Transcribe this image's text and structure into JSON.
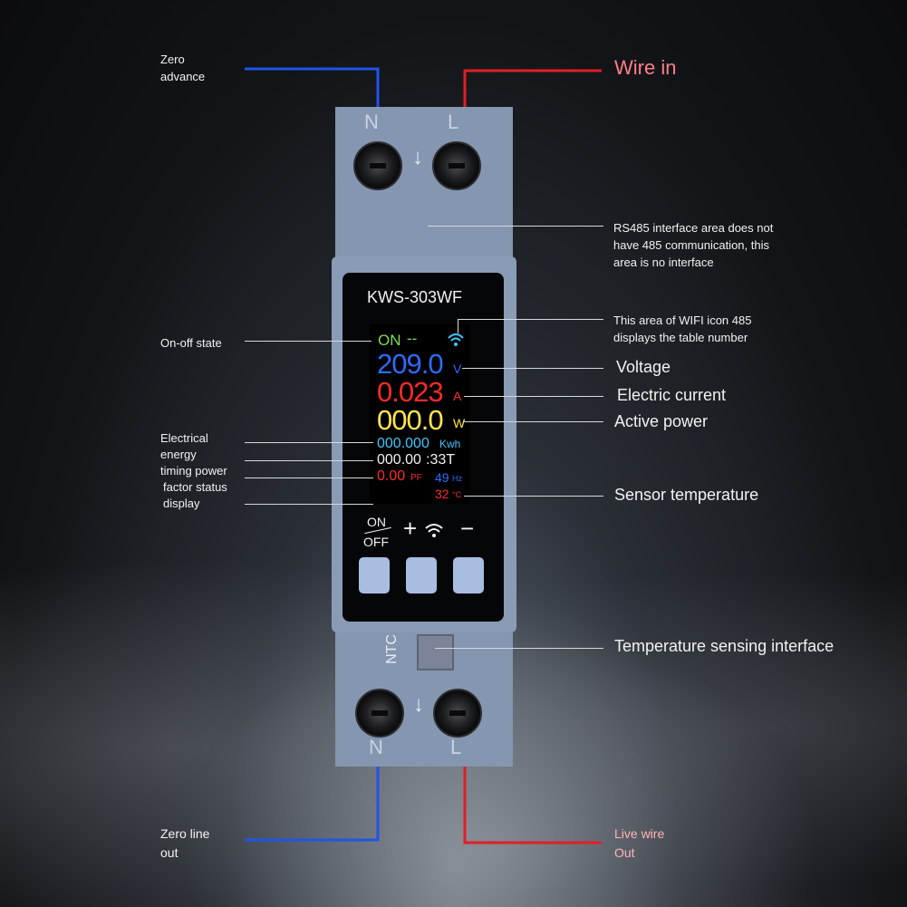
{
  "device": {
    "model": "KWS-303WF",
    "top_terminals": [
      "N",
      "L"
    ],
    "bottom_terminals": [
      "N",
      "L"
    ],
    "ntc_label": "NTC",
    "buttons": {
      "onoff_top": "ON",
      "onoff_bottom": "OFF",
      "plus": "+",
      "minus": "−"
    }
  },
  "screen": {
    "state": "ON",
    "dash": "--",
    "voltage": "209.0",
    "voltage_unit": "V",
    "current": "0.023",
    "current_unit": "A",
    "power": "000.0",
    "power_unit": "W",
    "energy": "000.000",
    "energy_unit": "Kwh",
    "timer": "000.00",
    "timer_suffix": ":33T",
    "pf": "0.00",
    "pf_unit": "PF",
    "freq": "49",
    "freq_unit": "Hz",
    "temp": "32",
    "temp_unit": "°C"
  },
  "labels": {
    "zero_advance_1": "Zero",
    "zero_advance_2": "advance",
    "wire_in": "Wire in",
    "rs485_1": "RS485 interface area does not",
    "rs485_2": "have 485 communication, this",
    "rs485_3": "area is no interface",
    "onoff_state": "On-off state",
    "wifi_1": "This area of WIFI icon 485",
    "wifi_2": "displays the table number",
    "voltage": "Voltage",
    "current": "Electric current",
    "power": "Active power",
    "left_1": "Electrical",
    "left_2": "energy",
    "left_3": "timing power",
    "left_4": "factor status",
    "left_5": "display",
    "sensor_temp": "Sensor temperature",
    "temp_interface": "Temperature sensing interface",
    "zero_out_1": "Zero line",
    "zero_out_2": "out",
    "live_out_1": "Live wire",
    "live_out_2": "Out"
  },
  "colors": {
    "blue_wire": "#1f54e8",
    "red_wire": "#e01f24",
    "on_green": "#7be04a",
    "voltage_blue": "#2d6bff",
    "current_red": "#ff2a2a",
    "power_yellow": "#ffe54a",
    "energy_cyan": "#3fc7ff"
  }
}
